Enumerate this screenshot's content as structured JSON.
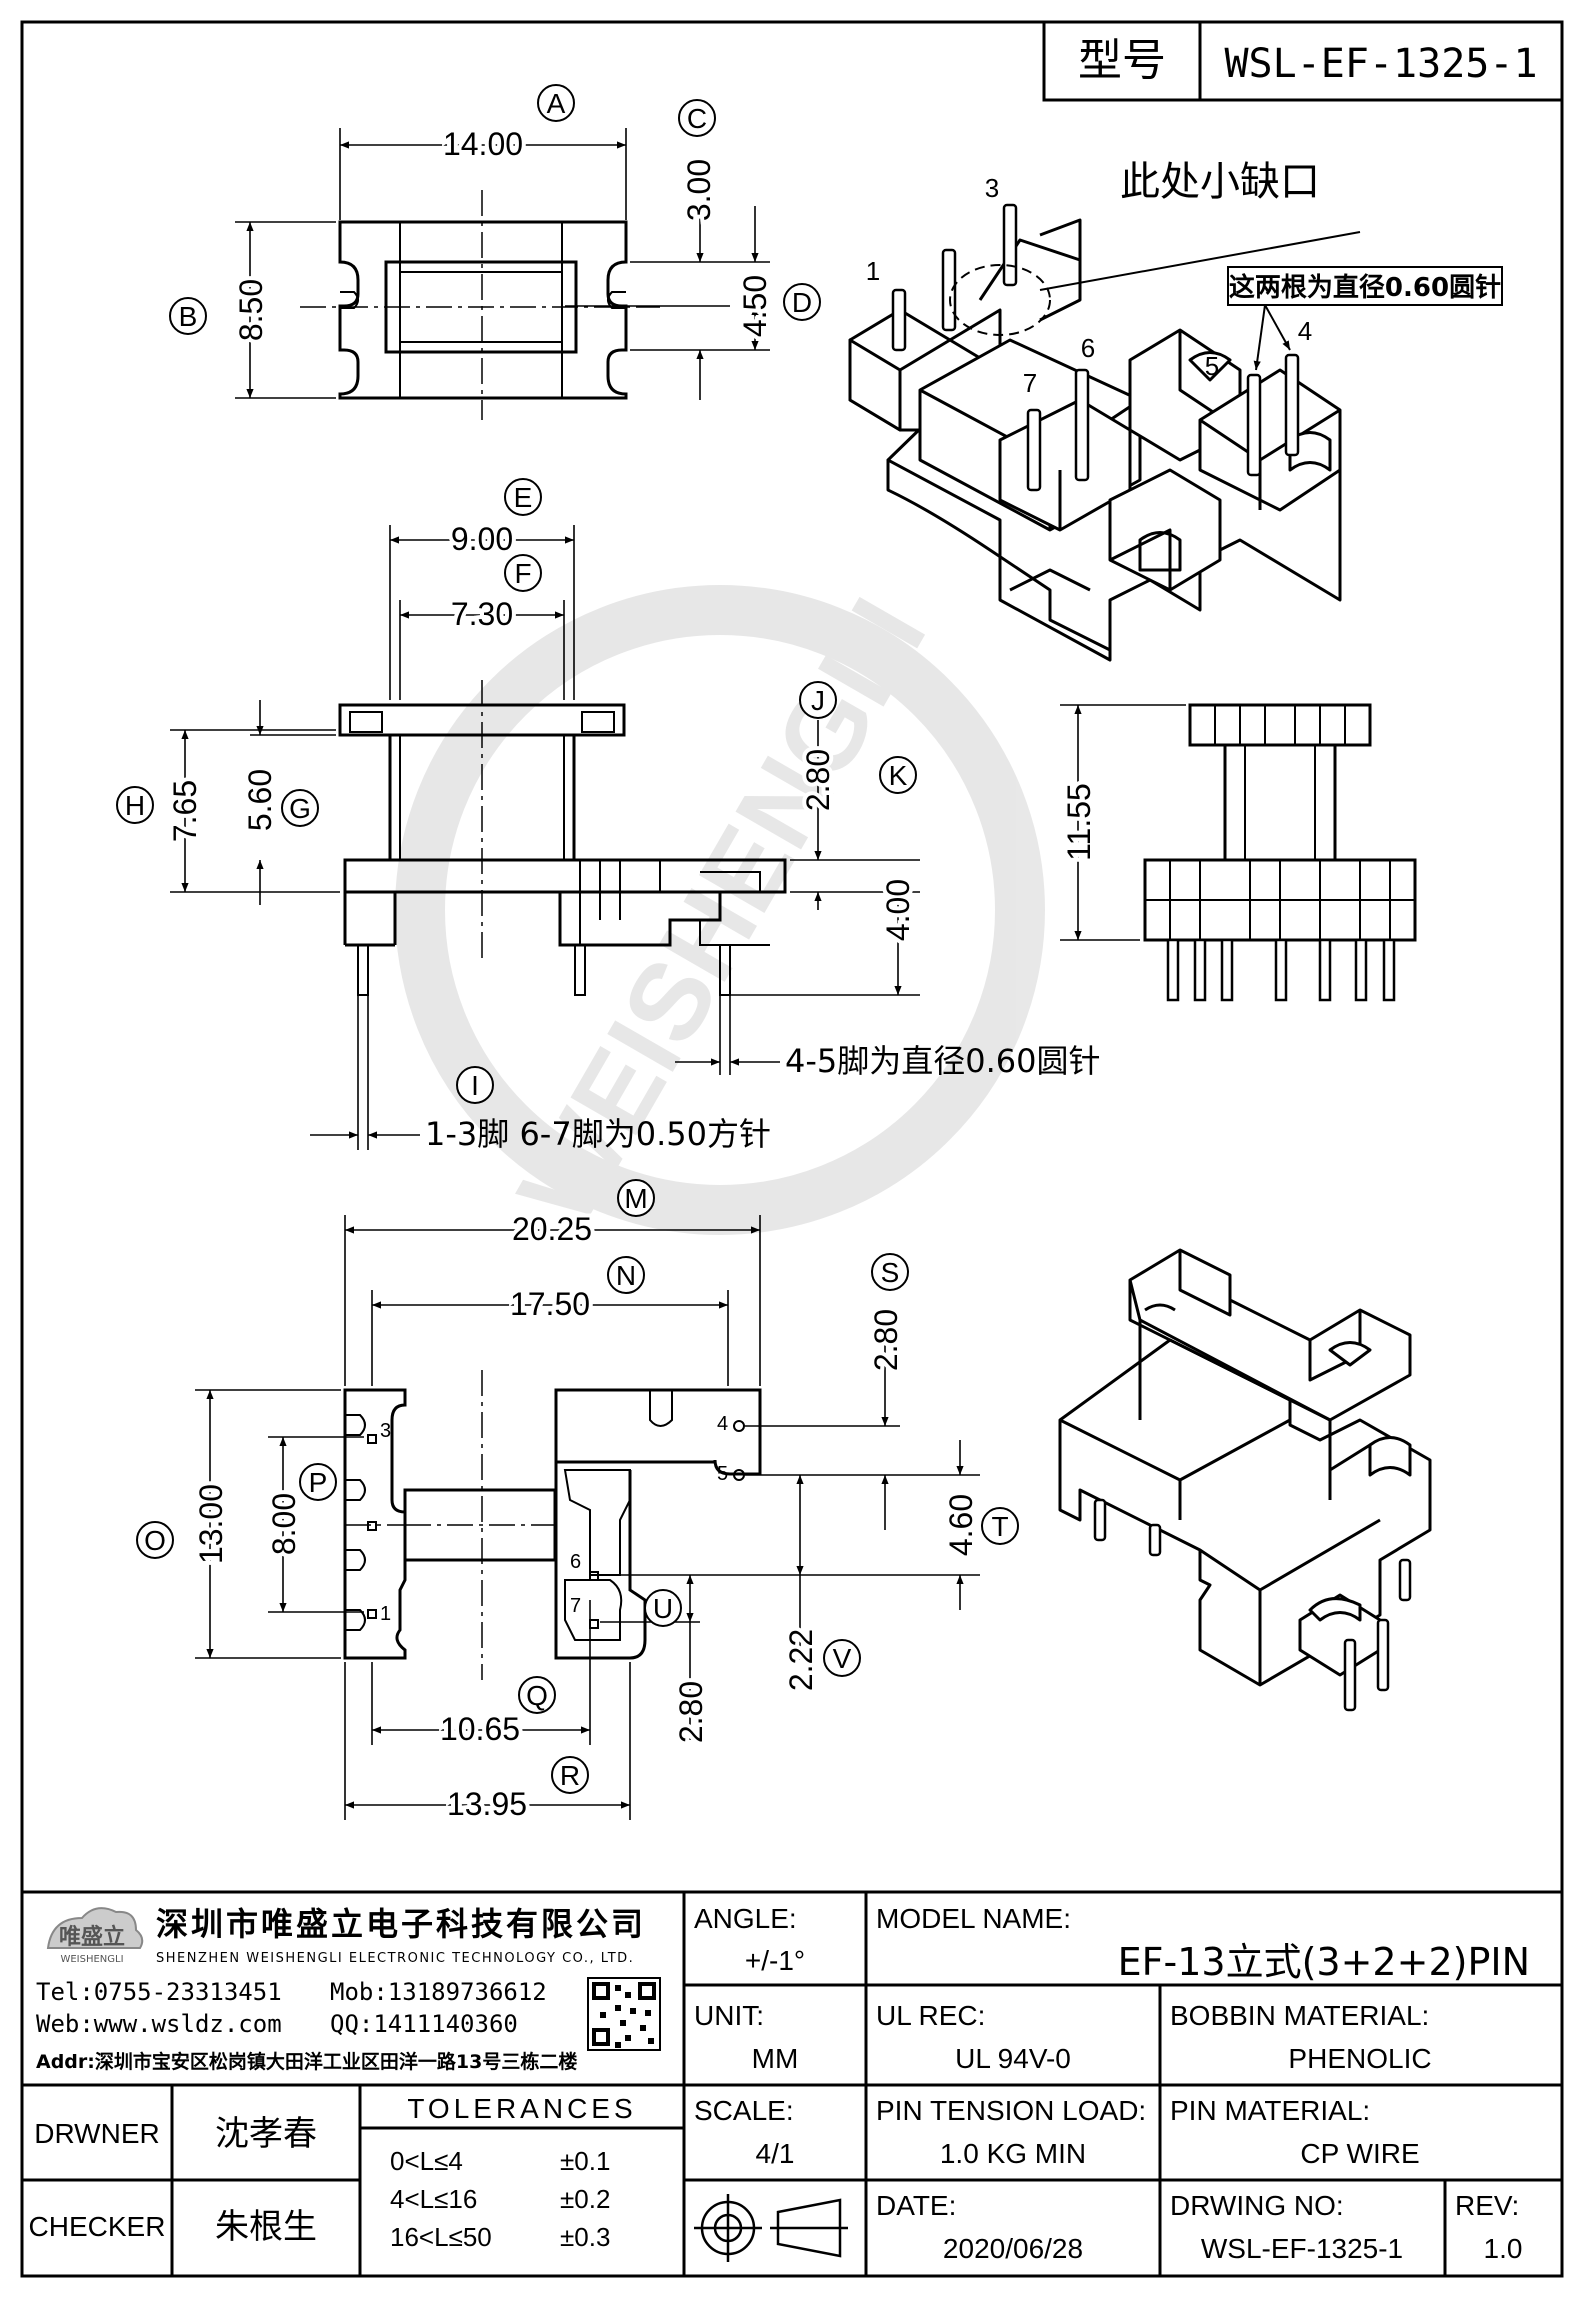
{
  "header": {
    "type_label": "型号",
    "model_code": "WSL-EF-1325-1"
  },
  "top_view": {
    "dims": {
      "A": "14.00",
      "B": "8.50",
      "C": "3.00",
      "D": "4.50"
    },
    "letters": {
      "A": "A",
      "B": "B",
      "C": "C",
      "D": "D"
    }
  },
  "iso_top": {
    "notch_note": "此处小缺口",
    "pin_note": "这两根为直径0.60圆针",
    "pins": [
      "1",
      "3",
      "4",
      "5",
      "6",
      "7"
    ]
  },
  "front_view": {
    "dims": {
      "E": "9.00",
      "F": "7.30",
      "H": "7.65",
      "G": "5.60",
      "J": "2.80",
      "K": "4.00"
    },
    "letters": {
      "E": "E",
      "F": "F",
      "H": "H",
      "G": "G",
      "J": "J",
      "K": "K",
      "I": "I"
    },
    "note_round": "4-5脚为直径0.60圆针",
    "note_square": "1-3脚 6-7脚为0.50方针"
  },
  "side_view": {
    "dims": {
      "height": "11.55"
    }
  },
  "bottom_view": {
    "dims": {
      "M": "20.25",
      "N": "17.50",
      "S": "2.80",
      "O": "13.00",
      "P": "8.00",
      "T": "4.60",
      "U": "2.80",
      "V": "2.22",
      "Q": "10.65",
      "R": "13.95"
    },
    "letters": {
      "M": "M",
      "N": "N",
      "S": "S",
      "O": "O",
      "P": "P",
      "T": "T",
      "U": "U",
      "V": "V",
      "Q": "Q",
      "R": "R"
    },
    "pins": [
      "1",
      "3",
      "4",
      "5",
      "6",
      "7"
    ]
  },
  "watermark": {
    "text": "WEISHENGLI"
  },
  "title_block": {
    "company_cn": "深圳市唯盛立电子科技有限公司",
    "company_en": "SHENZHEN WEISHENGLI ELECTRONIC TECHNOLOGY CO., LTD.",
    "logo_cn": "唯盛立",
    "logo_en": "WEISHENGLI",
    "tel": "Tel:0755-23313451",
    "mob": "Mob:13189736612",
    "web": "Web:www.wsldz.com",
    "qq": "QQ:1411140360",
    "addr": "Addr:深圳市宝安区松岗镇大田洋工业区田洋一路13号三栋二楼",
    "angle_label": "ANGLE:",
    "angle_value": "+/-1°",
    "model_label": "MODEL NAME:",
    "model_value": "EF-13立式(3+2+2)PIN",
    "unit_label": "UNIT:",
    "unit_value": "MM",
    "ul_label": "UL REC:",
    "ul_value": "UL 94V-0",
    "bobbin_label": "BOBBIN MATERIAL:",
    "bobbin_value": "PHENOLIC",
    "drawer_label": "DRWNER",
    "drawer_name": "沈孝春",
    "checker_label": "CHECKER",
    "checker_name": "朱根生",
    "tol_label": "TOLERANCES",
    "tol_rows": [
      {
        "range": "0<L≤4",
        "value": "±0.1"
      },
      {
        "range": "4<L≤16",
        "value": "±0.2"
      },
      {
        "range": "16<L≤50",
        "value": "±0.3"
      }
    ],
    "scale_label": "SCALE:",
    "scale_value": "4/1",
    "tension_label": "PIN TENSION LOAD:",
    "tension_value": "1.0 KG MIN",
    "pinmat_label": "PIN MATERIAL:",
    "pinmat_value": "CP WIRE",
    "date_label": "DATE:",
    "date_value": "2020/06/28",
    "drwno_label": "DRWING NO:",
    "drwno_value": "WSL-EF-1325-1",
    "rev_label": "REV:",
    "rev_value": "1.0"
  }
}
